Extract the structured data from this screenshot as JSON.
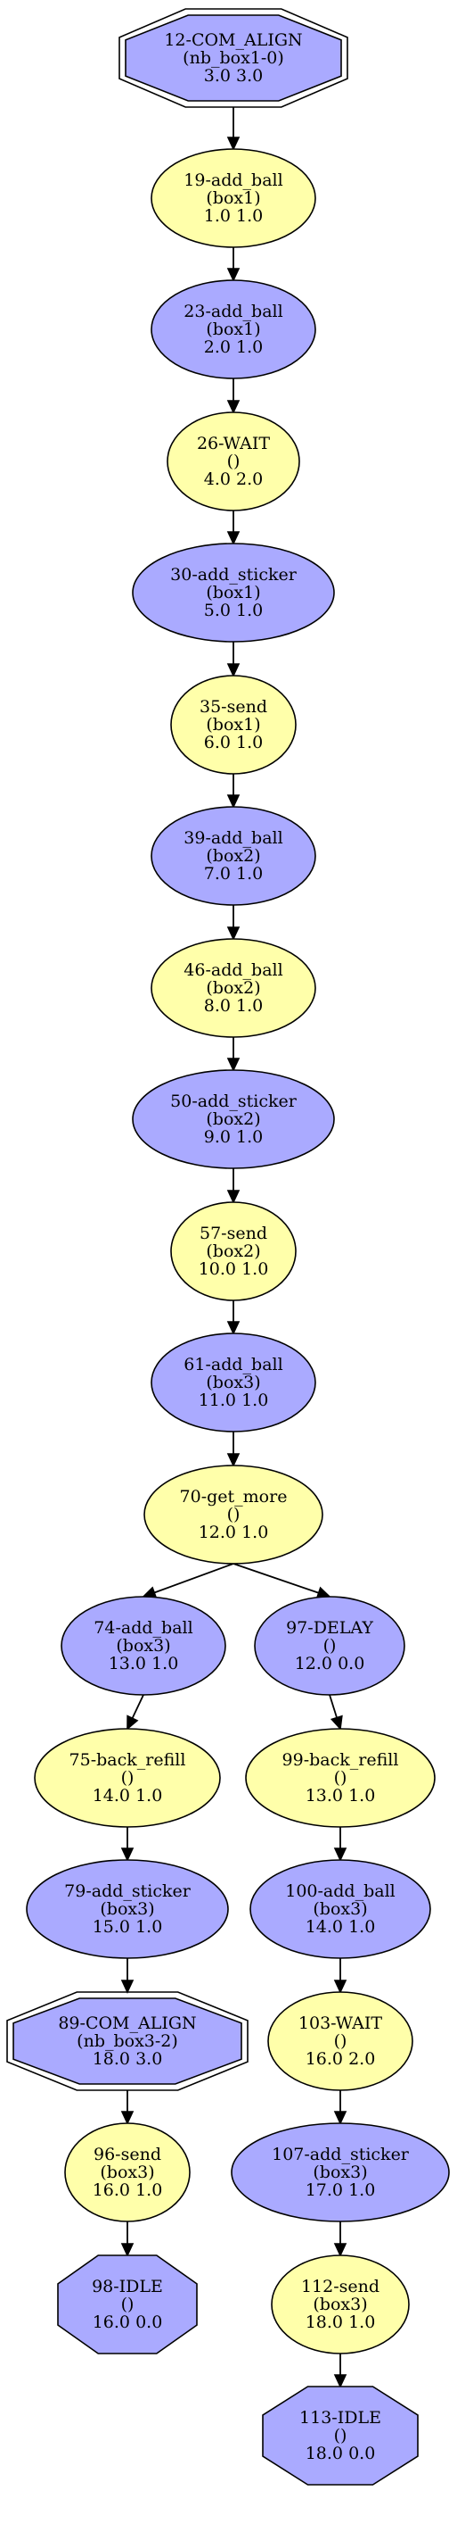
{
  "colors": {
    "blue": "#aaaaff",
    "yellow": "#ffffaa",
    "stroke": "#000000"
  },
  "nodes": {
    "n12": {
      "lines": [
        "12-COM_ALIGN",
        "(nb_box1-0)",
        "3.0 3.0"
      ],
      "shape": "double-octagon",
      "color": "blue"
    },
    "n19": {
      "lines": [
        "19-add_ball",
        "(box1)",
        "1.0 1.0"
      ],
      "shape": "ellipse",
      "color": "yellow"
    },
    "n23": {
      "lines": [
        "23-add_ball",
        "(box1)",
        "2.0 1.0"
      ],
      "shape": "ellipse",
      "color": "blue"
    },
    "n26": {
      "lines": [
        "26-WAIT",
        "()",
        "4.0 2.0"
      ],
      "shape": "ellipse",
      "color": "yellow"
    },
    "n30": {
      "lines": [
        "30-add_sticker",
        "(box1)",
        "5.0 1.0"
      ],
      "shape": "ellipse",
      "color": "blue"
    },
    "n35": {
      "lines": [
        "35-send",
        "(box1)",
        "6.0 1.0"
      ],
      "shape": "ellipse",
      "color": "yellow"
    },
    "n39": {
      "lines": [
        "39-add_ball",
        "(box2)",
        "7.0 1.0"
      ],
      "shape": "ellipse",
      "color": "blue"
    },
    "n46": {
      "lines": [
        "46-add_ball",
        "(box2)",
        "8.0 1.0"
      ],
      "shape": "ellipse",
      "color": "yellow"
    },
    "n50": {
      "lines": [
        "50-add_sticker",
        "(box2)",
        "9.0 1.0"
      ],
      "shape": "ellipse",
      "color": "blue"
    },
    "n57": {
      "lines": [
        "57-send",
        "(box2)",
        "10.0 1.0"
      ],
      "shape": "ellipse",
      "color": "yellow"
    },
    "n61": {
      "lines": [
        "61-add_ball",
        "(box3)",
        "11.0 1.0"
      ],
      "shape": "ellipse",
      "color": "blue"
    },
    "n70": {
      "lines": [
        "70-get_more",
        "()",
        "12.0 1.0"
      ],
      "shape": "ellipse",
      "color": "yellow"
    },
    "n74": {
      "lines": [
        "74-add_ball",
        "(box3)",
        "13.0 1.0"
      ],
      "shape": "ellipse",
      "color": "blue"
    },
    "n97": {
      "lines": [
        "97-DELAY",
        "()",
        "12.0 0.0"
      ],
      "shape": "ellipse",
      "color": "blue"
    },
    "n75": {
      "lines": [
        "75-back_refill",
        "()",
        "14.0 1.0"
      ],
      "shape": "ellipse",
      "color": "yellow"
    },
    "n99": {
      "lines": [
        "99-back_refill",
        "()",
        "13.0 1.0"
      ],
      "shape": "ellipse",
      "color": "yellow"
    },
    "n79": {
      "lines": [
        "79-add_sticker",
        "(box3)",
        "15.0 1.0"
      ],
      "shape": "ellipse",
      "color": "blue"
    },
    "n100": {
      "lines": [
        "100-add_ball",
        "(box3)",
        "14.0 1.0"
      ],
      "shape": "ellipse",
      "color": "blue"
    },
    "n89": {
      "lines": [
        "89-COM_ALIGN",
        "(nb_box3-2)",
        "18.0 3.0"
      ],
      "shape": "double-octagon",
      "color": "blue"
    },
    "n103": {
      "lines": [
        "103-WAIT",
        "()",
        "16.0 2.0"
      ],
      "shape": "ellipse",
      "color": "yellow"
    },
    "n96": {
      "lines": [
        "96-send",
        "(box3)",
        "16.0 1.0"
      ],
      "shape": "ellipse",
      "color": "yellow"
    },
    "n107": {
      "lines": [
        "107-add_sticker",
        "(box3)",
        "17.0 1.0"
      ],
      "shape": "ellipse",
      "color": "blue"
    },
    "n98": {
      "lines": [
        "98-IDLE",
        "()",
        "16.0 0.0"
      ],
      "shape": "octagon",
      "color": "blue"
    },
    "n112": {
      "lines": [
        "112-send",
        "(box3)",
        "18.0 1.0"
      ],
      "shape": "ellipse",
      "color": "yellow"
    },
    "n113": {
      "lines": [
        "113-IDLE",
        "()",
        "18.0 0.0"
      ],
      "shape": "octagon",
      "color": "blue"
    }
  },
  "edges": [
    [
      "n12",
      "n19"
    ],
    [
      "n19",
      "n23"
    ],
    [
      "n23",
      "n26"
    ],
    [
      "n26",
      "n30"
    ],
    [
      "n30",
      "n35"
    ],
    [
      "n35",
      "n39"
    ],
    [
      "n39",
      "n46"
    ],
    [
      "n46",
      "n50"
    ],
    [
      "n50",
      "n57"
    ],
    [
      "n57",
      "n61"
    ],
    [
      "n61",
      "n70"
    ],
    [
      "n70",
      "n74"
    ],
    [
      "n70",
      "n97"
    ],
    [
      "n74",
      "n75"
    ],
    [
      "n75",
      "n79"
    ],
    [
      "n79",
      "n89"
    ],
    [
      "n89",
      "n96"
    ],
    [
      "n96",
      "n98"
    ],
    [
      "n97",
      "n99"
    ],
    [
      "n99",
      "n100"
    ],
    [
      "n100",
      "n103"
    ],
    [
      "n103",
      "n107"
    ],
    [
      "n107",
      "n112"
    ],
    [
      "n112",
      "n113"
    ]
  ]
}
